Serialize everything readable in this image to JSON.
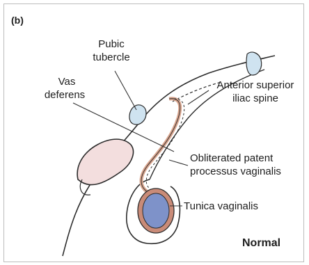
{
  "diagram": {
    "panel_label": "(b)",
    "labels": {
      "pubic_tubercle": [
        "Pubic",
        "tubercle"
      ],
      "vas_deferens": [
        "Vas",
        "deferens"
      ],
      "asis": [
        "Anterior superior",
        "iliac spine"
      ],
      "processus": [
        "Obliterated patent",
        "processus vaginalis"
      ],
      "tunica": "Tunica vaginalis",
      "caption": "Normal"
    },
    "colors": {
      "skin": "#f3dede",
      "skin_outline": "#2b2b2b",
      "vas": "#d9a58e",
      "bone": "#cfe3f0",
      "testis": "#7e92c9",
      "tunica": "#c98b78",
      "leader": "#333333"
    }
  }
}
